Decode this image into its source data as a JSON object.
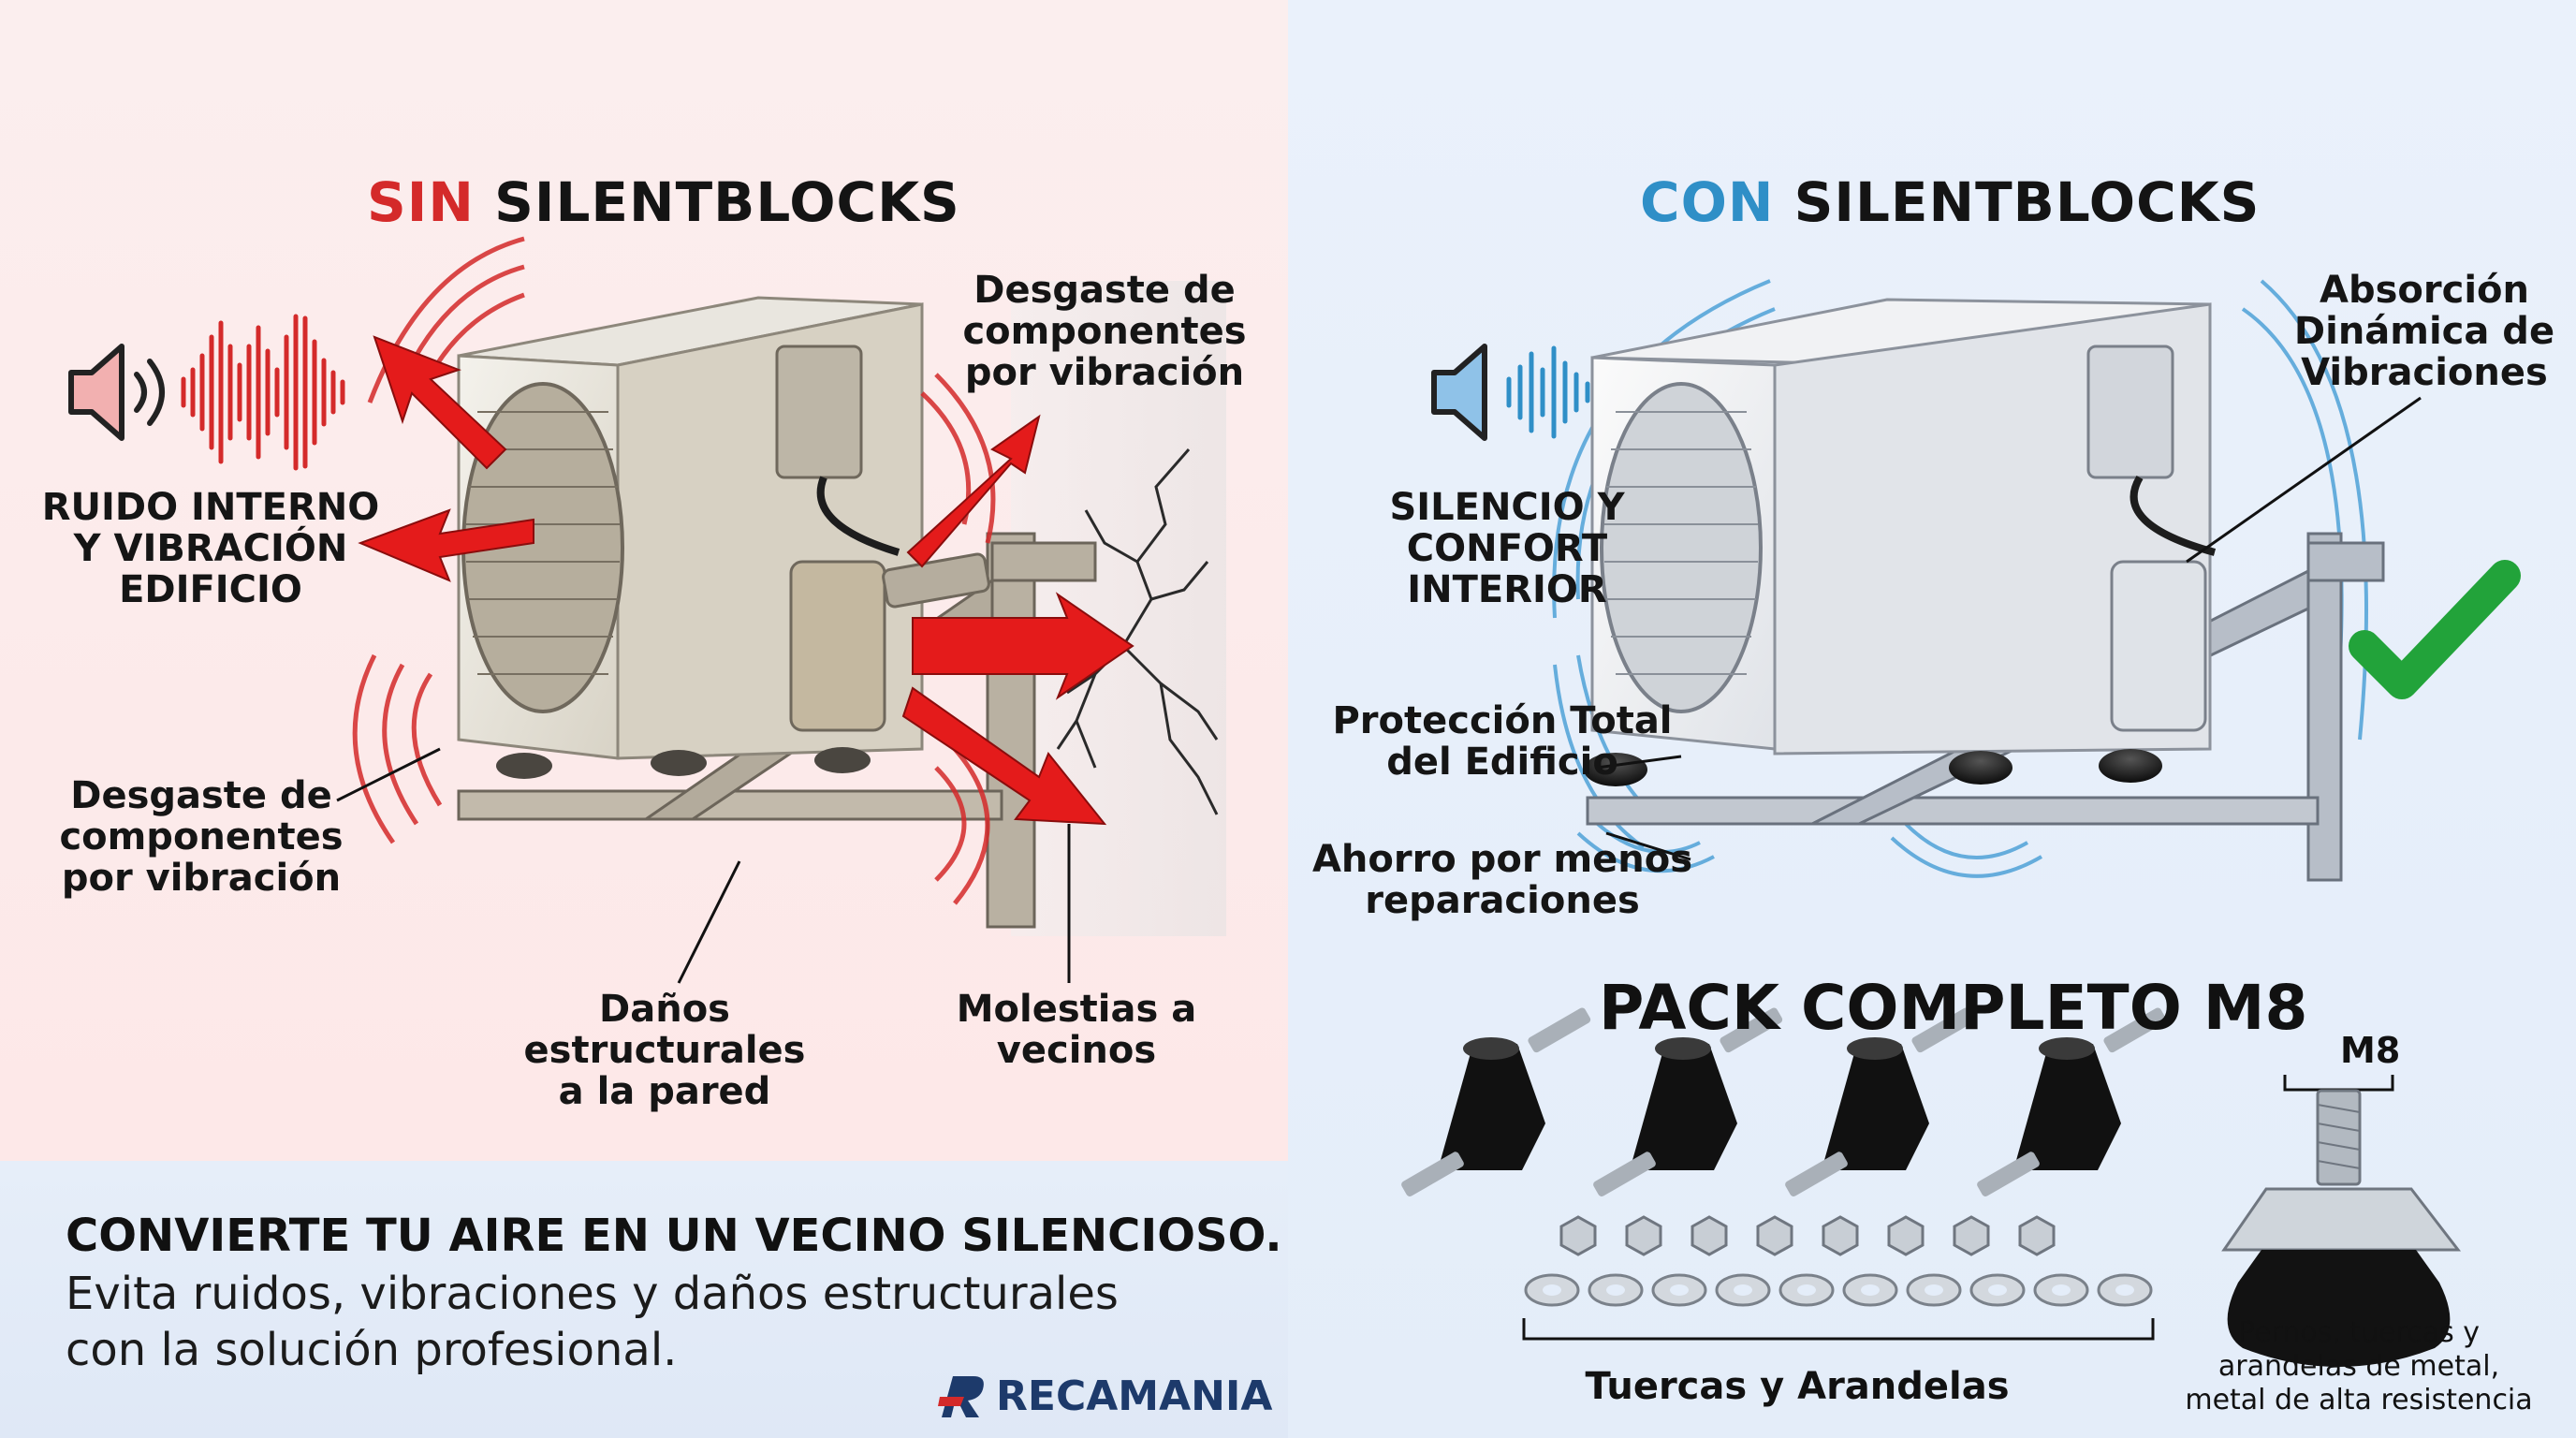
{
  "left": {
    "heading_prefix": "SIN",
    "heading_rest": "SILENTBLOCKS",
    "labels": {
      "noise": "RUIDO INTERNO\nY VIBRACIÓN\nEDIFICIO",
      "wear_top": "Desgaste de\ncomponentes\npor vibración",
      "wear_left": "Desgaste de\ncomponentes\npor vibración",
      "damage": "Daños\nestructurales\na la pared",
      "neighbors": "Molestias a\nvecinos"
    }
  },
  "right": {
    "heading_prefix": "CON",
    "heading_rest": "SILENTBLOCKS",
    "labels": {
      "silence": "SILENCIO Y\nCONFORT\nINTERIOR",
      "absorption": "Absorción\nDinámica de\nVibraciones",
      "protection": "Protección Total\ndel Edificio",
      "savings": "Ahorro por menos\nreparaciones"
    }
  },
  "pack": {
    "title": "PACK COMPLETO M8",
    "m8": "M8",
    "nuts_label": "Tuercas y Arandelas",
    "bolts_label": "Pernos, tuercas y\narandelas de metal,\nmetal de alta resistencia"
  },
  "banner": {
    "headline": "CONVIERTE TU AIRE EN UN VECINO SILENCIOSO.",
    "text": "Evita ruidos, vibraciones y daños estructurales\ncon la solución profesional."
  },
  "brand": {
    "name": "RECAMANIA"
  },
  "colors": {
    "red": "#d42a2a",
    "blue": "#2f8fc7",
    "green": "#22a33a",
    "dark": "#111111",
    "navy": "#1d3a6b"
  },
  "icons": [
    "speaker-icon",
    "sound-wave-icon",
    "check-icon",
    "brand-logo-icon"
  ]
}
